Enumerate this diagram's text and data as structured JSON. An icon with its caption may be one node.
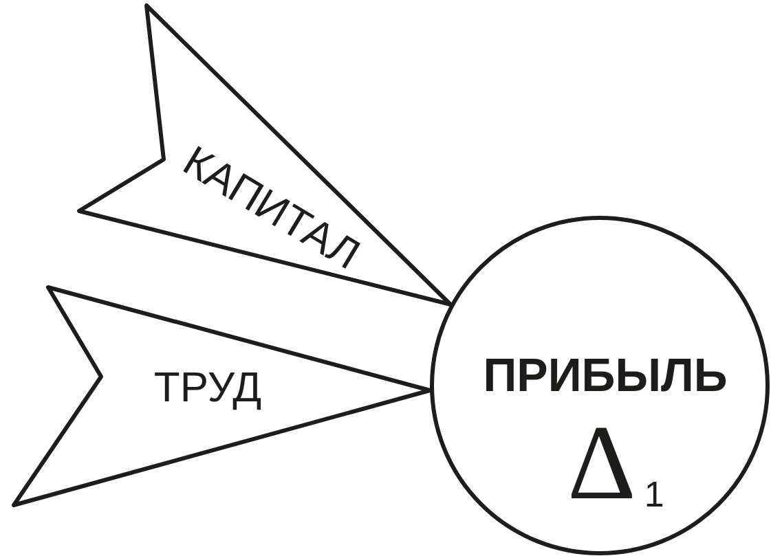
{
  "diagram": {
    "nodes": [
      {
        "text": [
          "КАПИТАЛ"
        ]
      },
      {
        "text": [
          "ТРУД"
        ]
      },
      {
        "text": [
          "ПРИБЫЛЬ",
          "Δ$_{1}$"
        ]
      }
    ]
  }
}
